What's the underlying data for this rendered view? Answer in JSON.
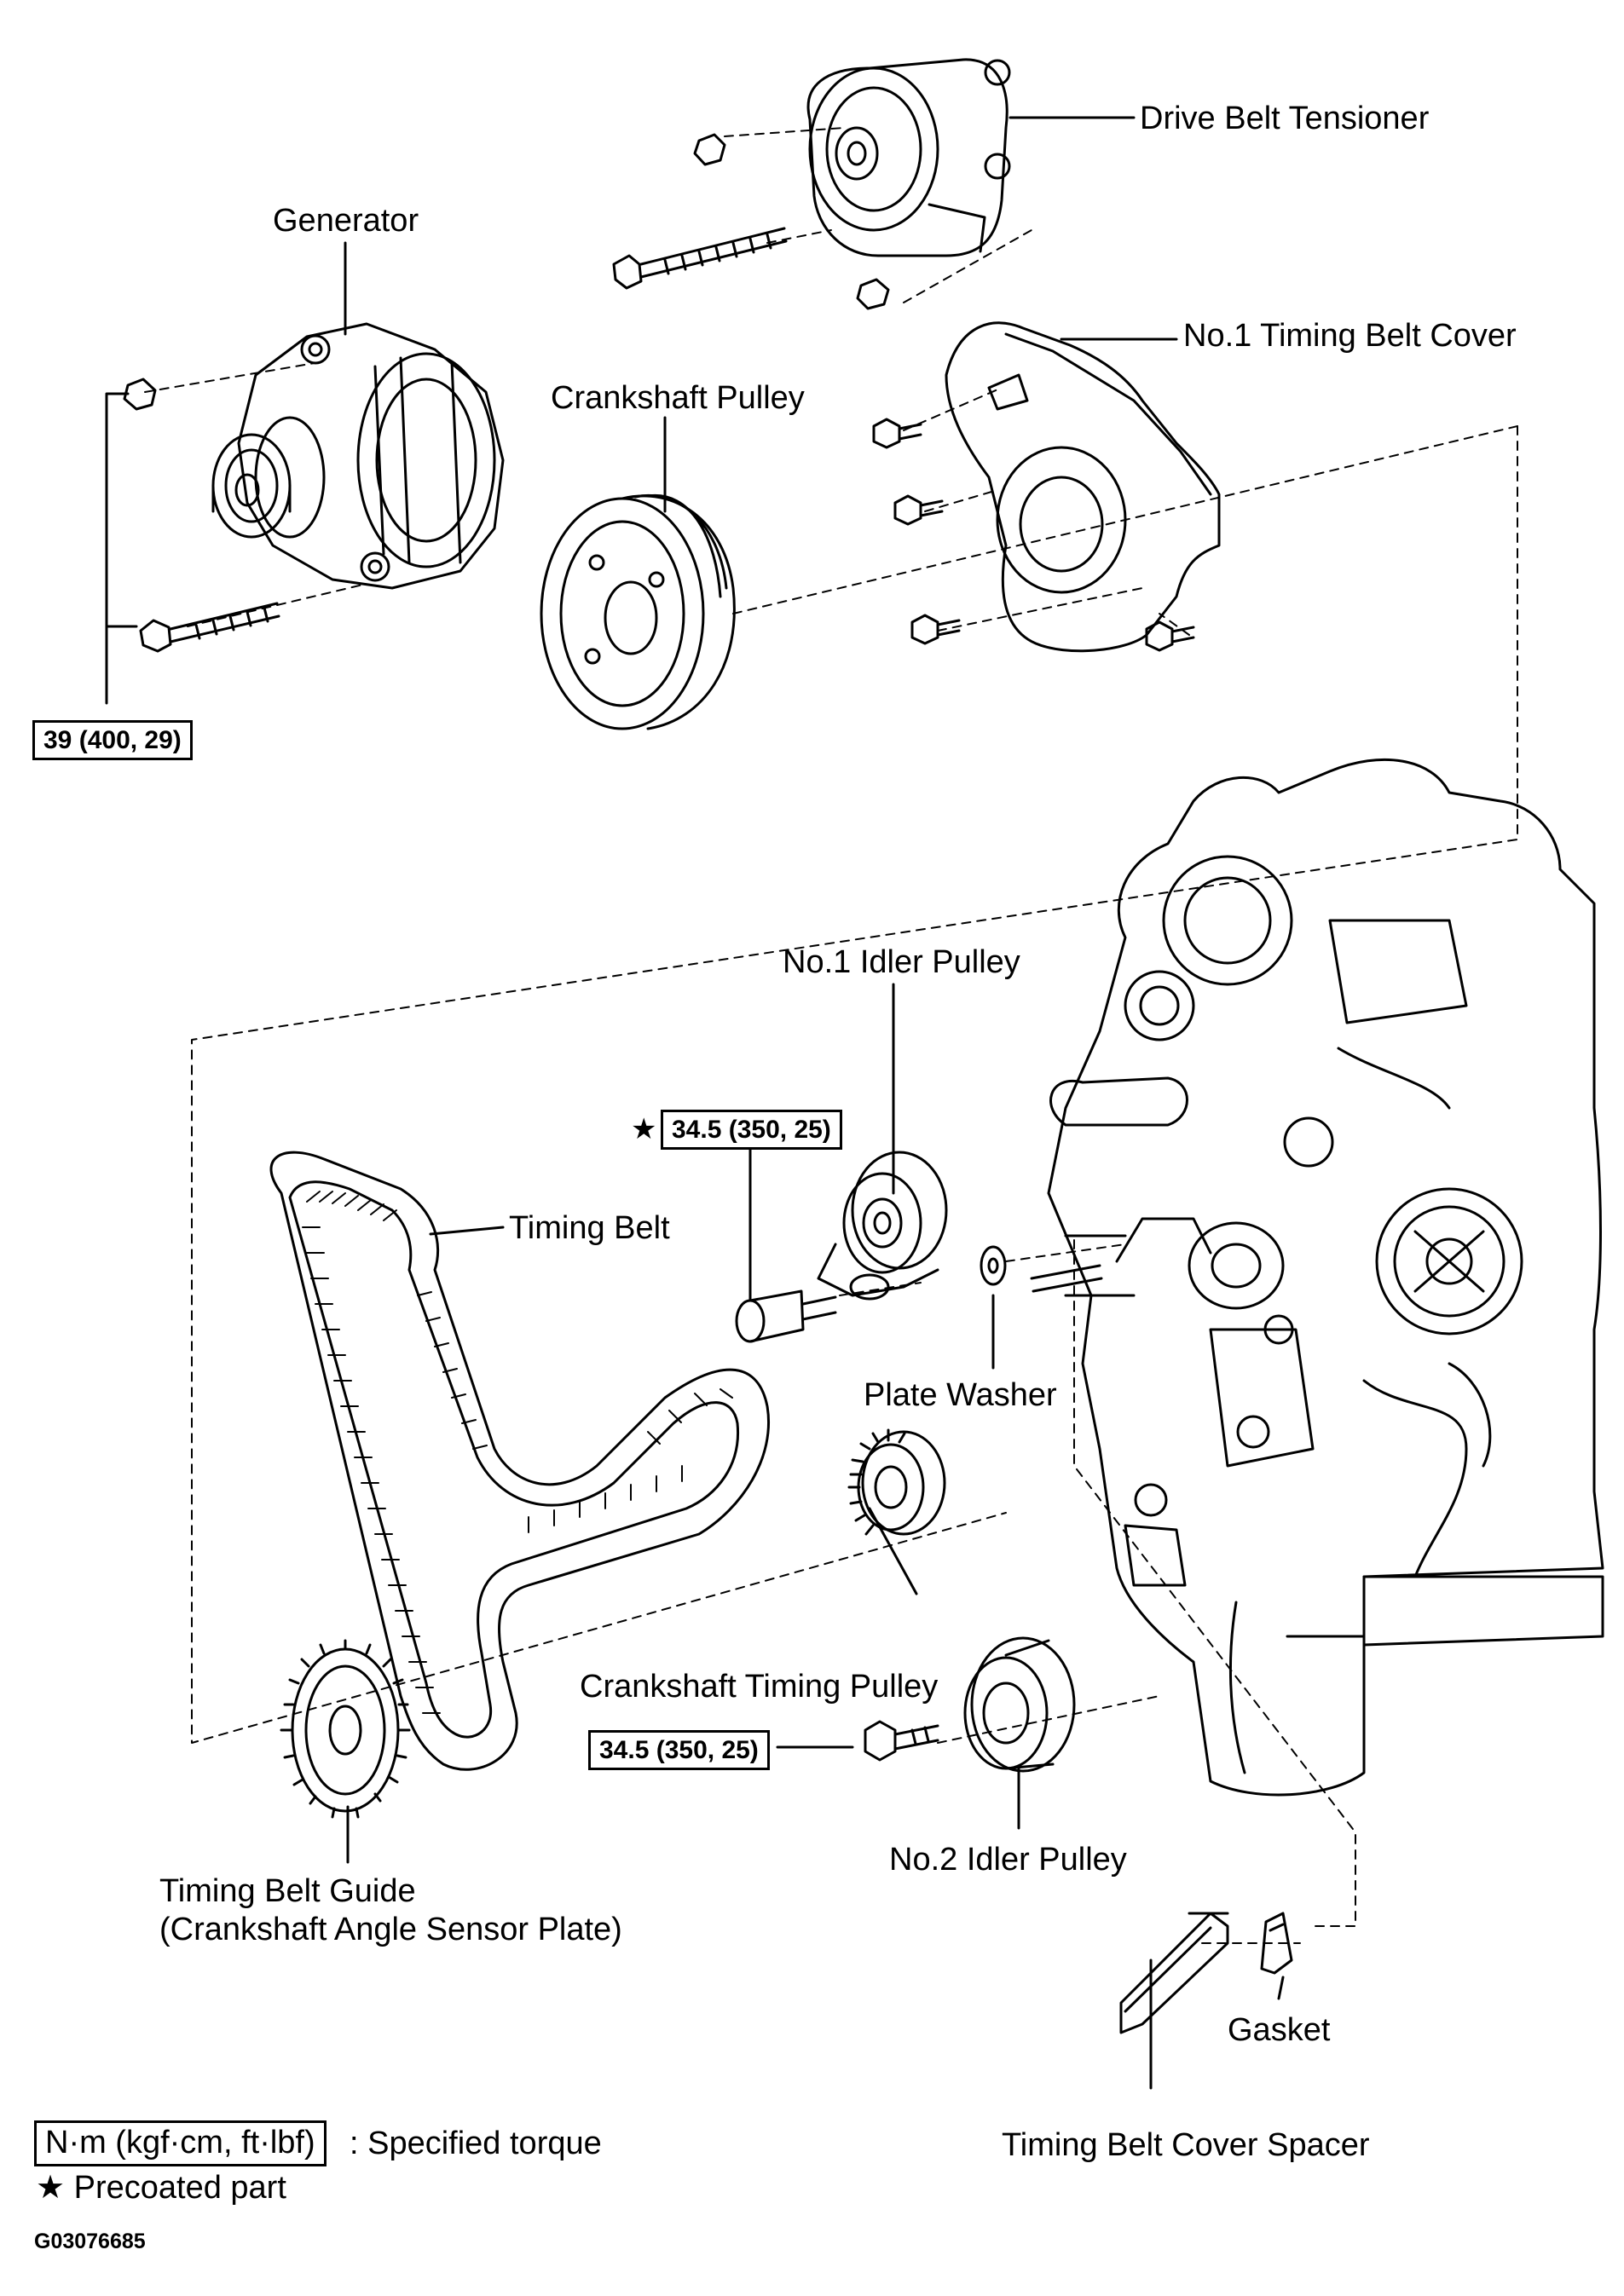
{
  "labels": {
    "drive_belt_tensioner": "Drive Belt Tensioner",
    "generator": "Generator",
    "no1_timing_belt_cover": "No.1 Timing Belt Cover",
    "crankshaft_pulley": "Crankshaft Pulley",
    "no1_idler_pulley": "No.1 Idler Pulley",
    "timing_belt": "Timing Belt",
    "plate_washer": "Plate Washer",
    "crankshaft_timing_pulley": "Crankshaft Timing Pulley",
    "no2_idler_pulley": "No.2 Idler Pulley",
    "timing_belt_guide": "Timing Belt Guide",
    "timing_belt_guide_sub": "(Crankshaft Angle Sensor Plate)",
    "gasket": "Gasket",
    "timing_belt_cover_spacer": "Timing Belt Cover Spacer"
  },
  "torques": {
    "generator_bolts": "39 (400, 29)",
    "no1_idler_bolt": "34.5 (350, 25)",
    "no2_idler_bolt": "34.5 (350, 25)"
  },
  "precoated_mark": "★",
  "legend": {
    "unit_box": "N·m (kgf·cm, ft·lbf)",
    "unit_desc": ": Specified torque",
    "precoated": "★ Precoated part"
  },
  "figure_code": "G03076685"
}
